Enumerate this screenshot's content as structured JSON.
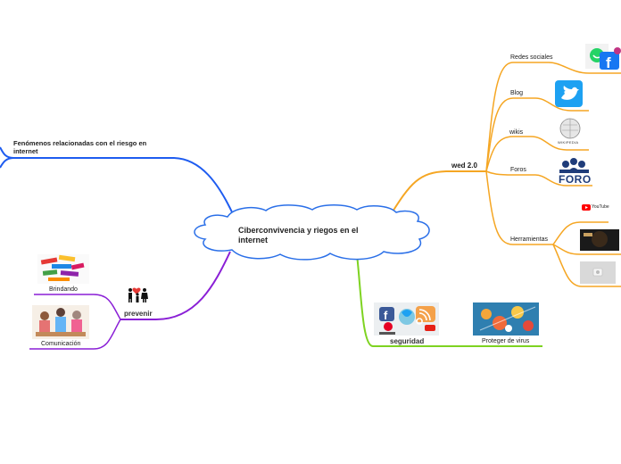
{
  "center": {
    "label": "Ciberconvivencia y riegos en el internet"
  },
  "left": {
    "fenomenos": "Fenómenos relacionadas con el riesgo en internet",
    "prevenir": "prevenir",
    "brindando": "Brindando",
    "comunicacion": "Comunicación"
  },
  "right": {
    "wed": "wed 2.0",
    "redes": "Redes sociales",
    "blog": "Blog",
    "wikis": "wikis",
    "foros": "Foros",
    "herramientas": "Herramientas",
    "foro_logo": "FORO",
    "wikipedia_logo": "WIKIPEDIA",
    "youtube_logo": "YouTube"
  },
  "bottom": {
    "seguridad": "seguridad",
    "proteger": "Proteger de virus"
  },
  "colors": {
    "blue": "#1e5cf0",
    "orange": "#f5a623",
    "purple": "#8a1fd6",
    "green": "#7ed321",
    "cloud_border": "#2a6fe8"
  }
}
